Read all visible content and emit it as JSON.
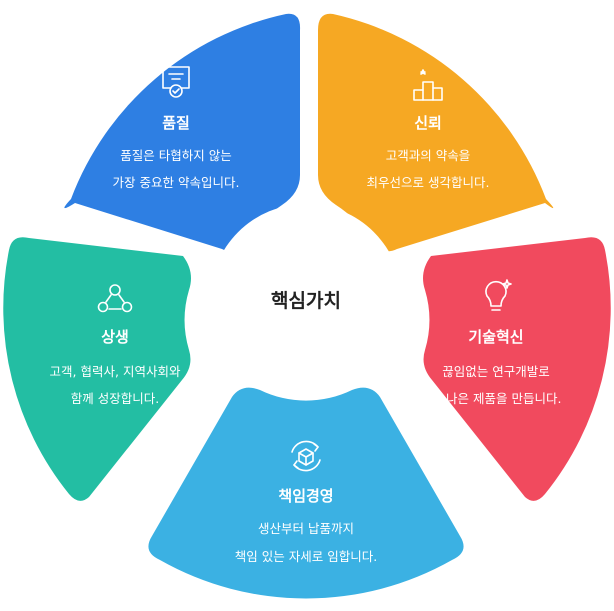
{
  "center": {
    "label": "핵심가치"
  },
  "segments": [
    {
      "title": "품질",
      "desc": [
        "품질은 타협하지 않는",
        "가장 중요한 약속입니다."
      ],
      "color": "#2e7fe3",
      "icon": "quality-certificate-icon"
    },
    {
      "title": "신뢰",
      "desc": [
        "고객과의 약속을",
        "최우선으로 생각합니다."
      ],
      "color": "#f6a823",
      "icon": "podium-star-icon"
    },
    {
      "title": "기술혁신",
      "desc": [
        "끊임없는 연구개발로",
        "더 나은 제품을 만듭니다."
      ],
      "color": "#f14a5e",
      "icon": "lightbulb-sparkle-icon"
    },
    {
      "title": "책임경영",
      "desc": [
        "생산부터 납품까지",
        "책임 있는 자세로 임합니다."
      ],
      "color": "#3bb1e3",
      "icon": "cycle-box-icon"
    },
    {
      "title": "상생",
      "desc": [
        "고객, 협력사, 지역사회와",
        "함께 성장합니다."
      ],
      "color": "#23bea3",
      "icon": "network-people-icon"
    }
  ]
}
